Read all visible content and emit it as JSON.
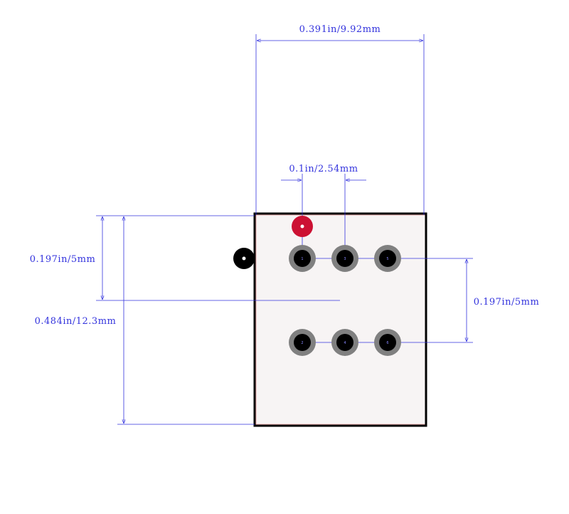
{
  "colors": {
    "dimension": "#3333dd",
    "body_outline": "#000000",
    "body_fill": "#f7f4f4",
    "pad_ring": "#808080",
    "pad_center": "#000000",
    "pin1_marker": "#cc1133",
    "orientation_dot": "#000000"
  },
  "dimensions": {
    "overall_width": "0.391in/9.92mm",
    "pin_pitch": "0.1in/2.54mm",
    "pin1_offset": "0.197in/5mm",
    "overall_height": "0.484in/12.3mm",
    "row_spacing": "0.197in/5mm"
  },
  "pins": [
    {
      "number": "1",
      "row": 0,
      "col": 0
    },
    {
      "number": "3",
      "row": 0,
      "col": 1
    },
    {
      "number": "5",
      "row": 0,
      "col": 2
    },
    {
      "number": "2",
      "row": 1,
      "col": 0
    },
    {
      "number": "4",
      "row": 1,
      "col": 1
    },
    {
      "number": "6",
      "row": 1,
      "col": 2
    }
  ]
}
